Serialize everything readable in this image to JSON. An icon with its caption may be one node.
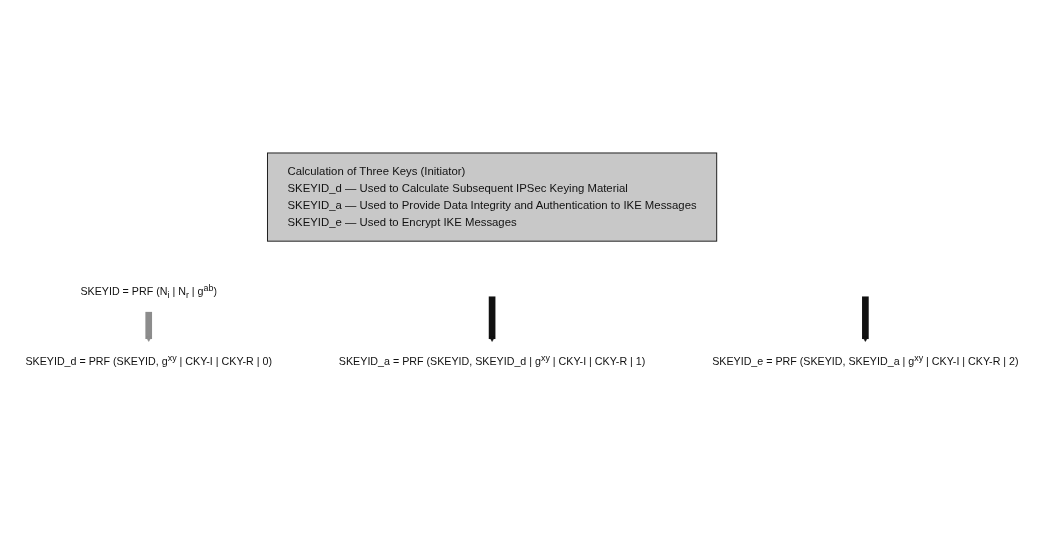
{
  "diagram": {
    "nodes": [
      {
        "text": [
          "Calculation of Three Keys (Initiator)",
          "SKEYID_d — Used to Calculate Subsequent IPSec Keying Material",
          "SKEYID_a — Used to Provide Data Integrity and Authentication to IKE Messages",
          "SKEYID_e — Used to Encrypt IKE Messages"
        ]
      },
      {
        "text": [
          "SKEYID = PRF (N$_{i}$ | N$_{r}$ | g$^{ab}$)"
        ]
      },
      {
        "text": [
          "SKEYID_d = PRF (SKEYID, g$^{xy}$ | CKY-I | CKY-R | 0)"
        ]
      },
      {
        "text": [
          "SKEYID_a = PRF (SKEYID, SKEYID_d | g$^{xy}$ | CKY-I | CKY-R | 1)"
        ]
      },
      {
        "text": [
          "SKEYID_e = PRF (SKEYID, SKEYID_a | g$^{xy}$ | CKY-I | CKY-R | 2)"
        ]
      }
    ],
    "edges": [
      {
        "from": null,
        "to": 3,
        "arrow": "to"
      },
      {
        "from": 1,
        "to": 2,
        "arrow": "to",
        "color": "#8c8c8c"
      },
      {
        "from": null,
        "to": 4,
        "arrow": "to"
      }
    ]
  }
}
